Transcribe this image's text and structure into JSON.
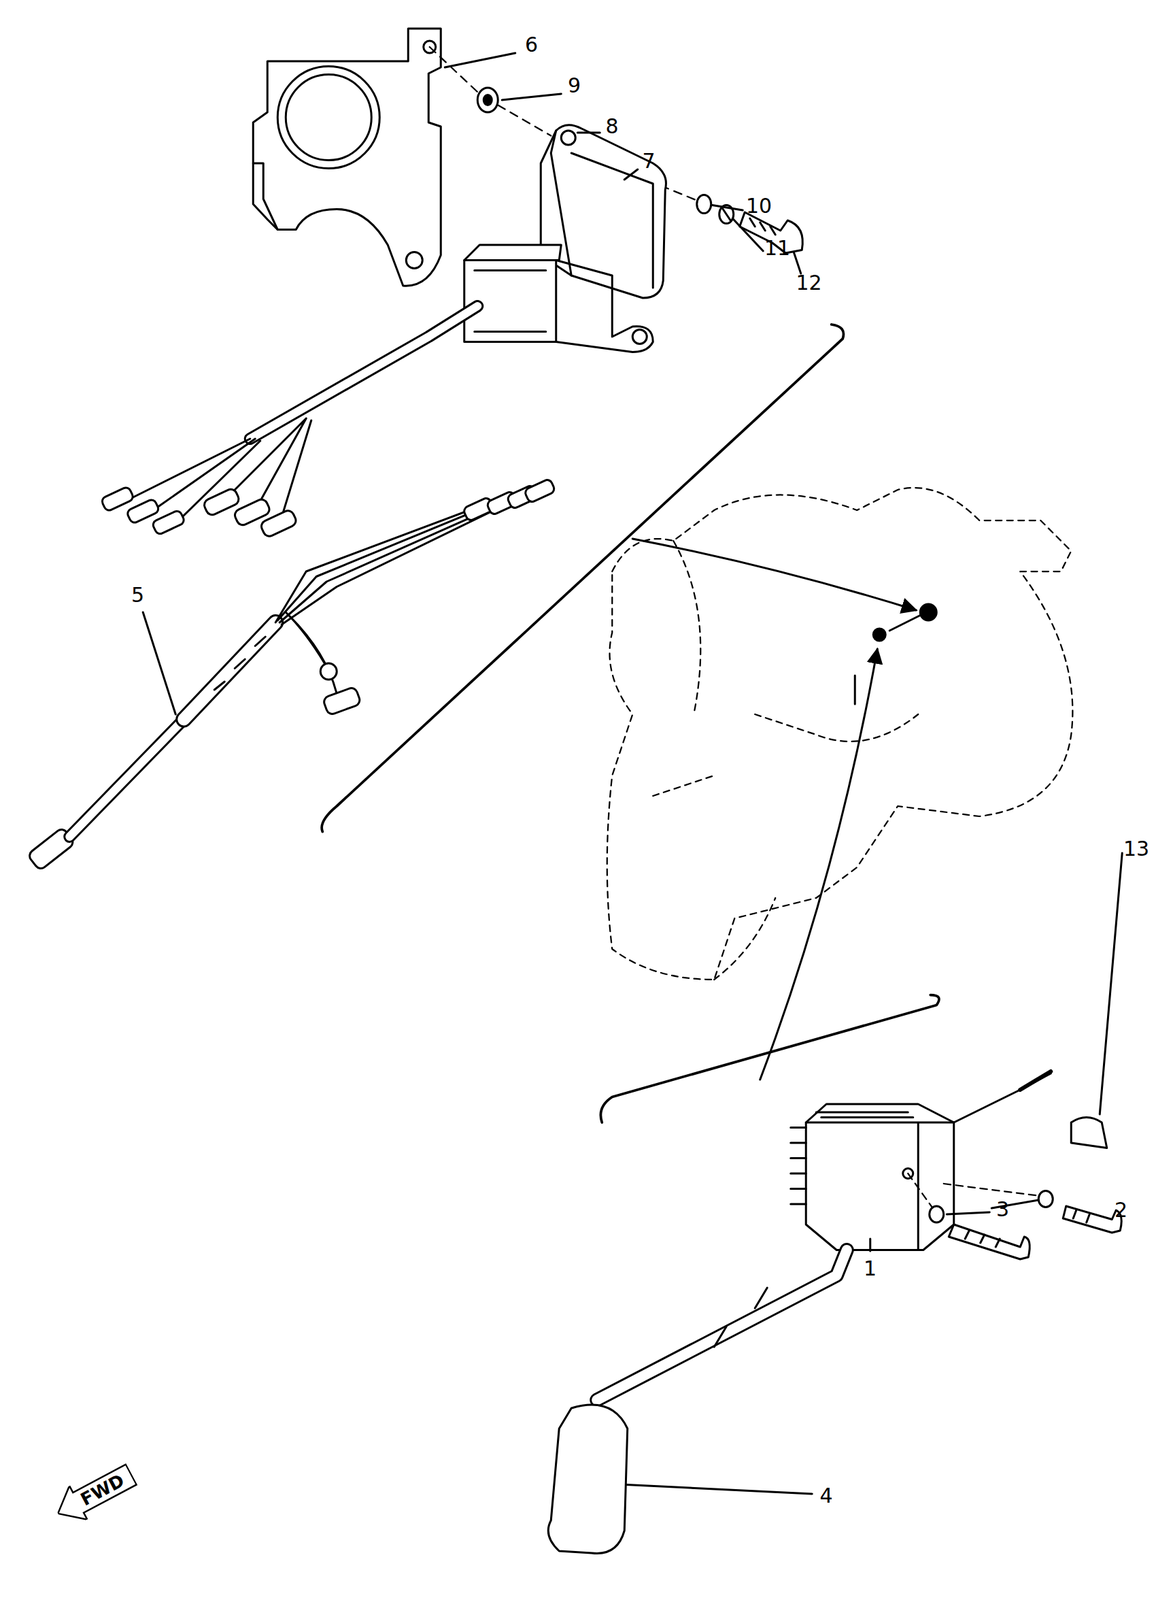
{
  "diagram": {
    "nodes": [
      {
        "text": [
          "FWD"
        ]
      }
    ],
    "edges": [],
    "labels": [
      "6",
      "9",
      "8",
      "7",
      "10",
      "11",
      "12",
      "5",
      "13",
      "3",
      "2",
      "1",
      "4"
    ]
  }
}
